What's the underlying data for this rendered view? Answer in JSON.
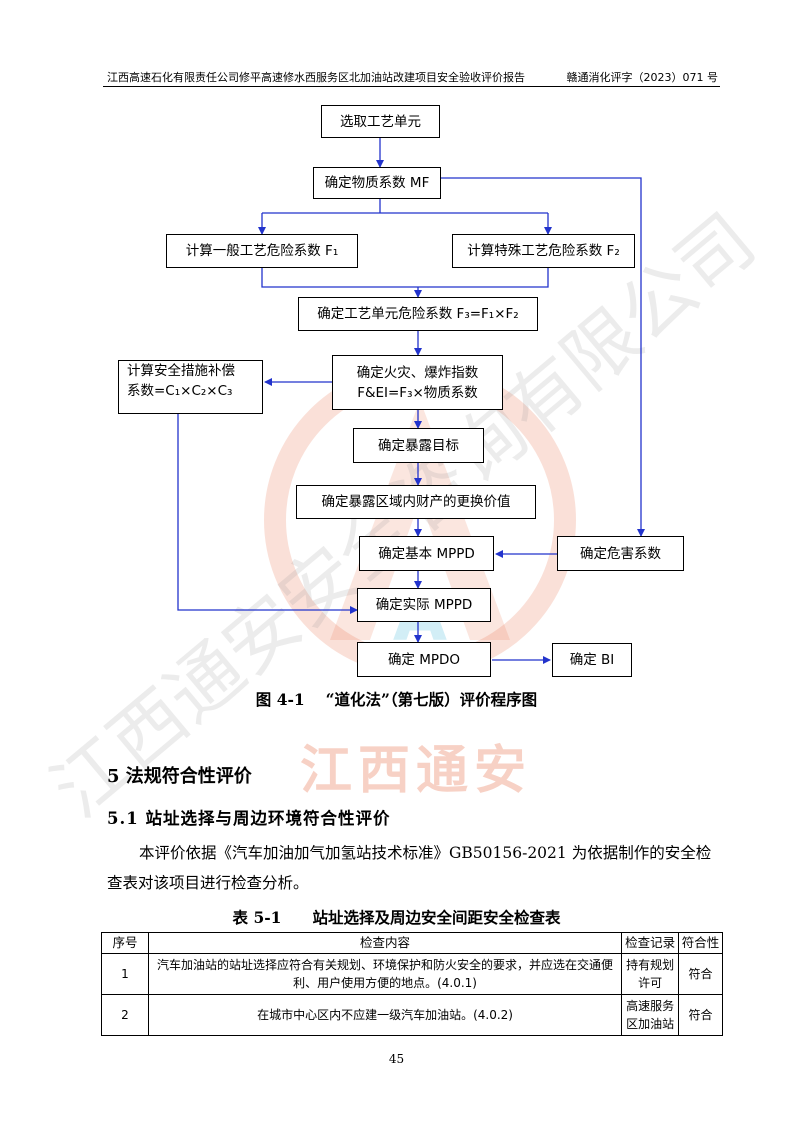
{
  "header": {
    "left": "江西高速石化有限责任公司修平高速修水西服务区北加油站改建项目安全验收评价报告",
    "right": "赣通消化评字（2023）071 号"
  },
  "flowchart": {
    "select_unit": "选取工艺单元",
    "material_factor": "确定物质系数 MF",
    "f1": "计算一般工艺危险系数 F₁",
    "f2": "计算特殊工艺危险系数 F₂",
    "f3": "确定工艺单元危险系数 F₃=F₁×F₂",
    "fei_line1": "确定火灾、爆炸指数",
    "fei_line2": "F&EI=F₃×物质系数",
    "safety_line1": "计算安全措施补偿",
    "safety_line2": "系数=C₁×C₂×C₃",
    "exposure_target": "确定暴露目标",
    "replacement_value": "确定暴露区域内财产的更换价值",
    "basic_mppd": "确定基本 MPPD",
    "hazard_factor": "确定危害系数",
    "actual_mppd": "确定实际 MPPD",
    "mpdo": "确定 MPDO",
    "bi": "确定 BI"
  },
  "figure_caption": "图 4-1　 “道化法”（第七版）评价程序图",
  "watermark_text": "江西通安",
  "watermark_brand": "江西通安安全咨询有限公司",
  "section_title": "5 法规符合性评价",
  "subsection_title": "5.1 站址选择与周边环境符合性评价",
  "paragraph": "本评价依据《汽车加油加气加氢站技术标准》GB50156-2021 为依据制作的安全检查表对该项目进行检查分析。",
  "table_caption": "表 5-1　　站址选择及周边安全间距安全检查表",
  "table": {
    "headers": [
      "序号",
      "检查内容",
      "检查记录",
      "符合性"
    ],
    "rows": [
      [
        "1",
        "汽车加油站的站址选择应符合有关规划、环境保护和防火安全的要求，并应选在交通便利、用户使用方便的地点。(4.0.1)",
        "持有规划许可",
        "符合"
      ],
      [
        "2",
        "在城市中心区内不应建一级汽车加油站。(4.0.2)",
        "高速服务区加油站",
        "符合"
      ]
    ]
  },
  "page_number": "45",
  "colors": {
    "arrow": "#2233cc",
    "watermark_red": "#e8724f",
    "watermark_cyan": "#7fd0e8"
  }
}
